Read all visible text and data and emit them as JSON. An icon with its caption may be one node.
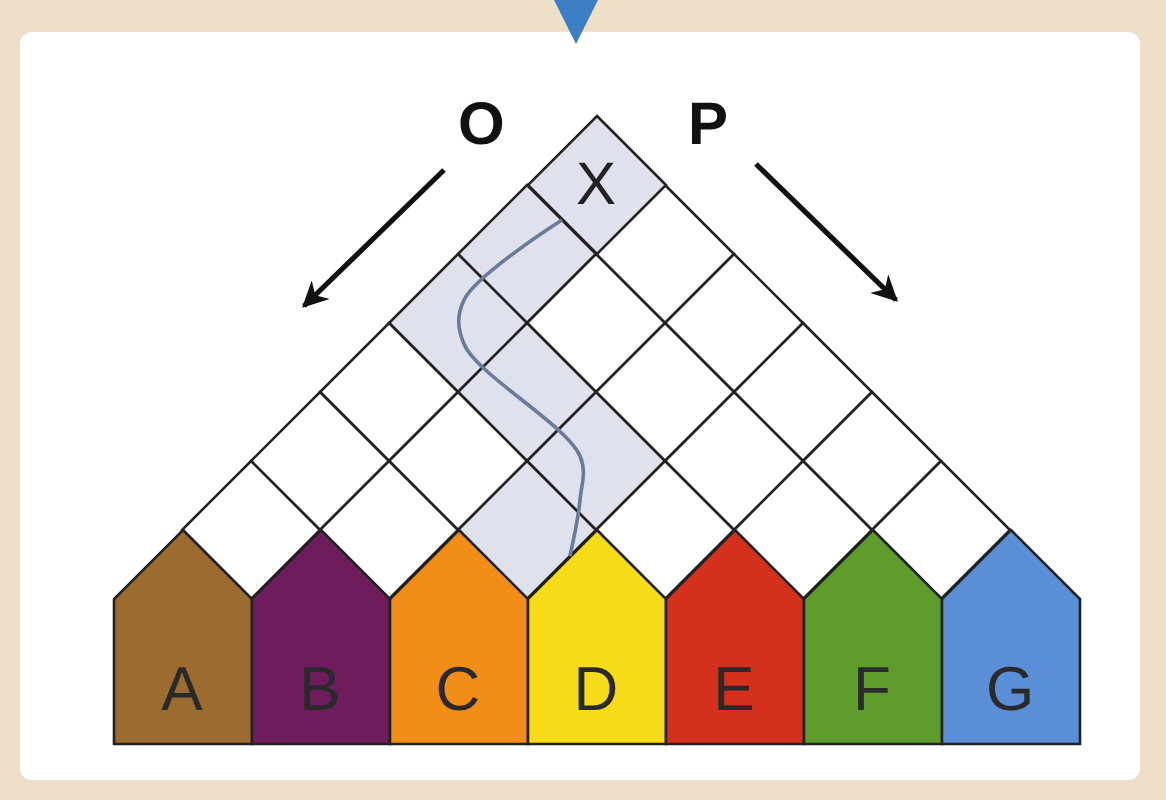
{
  "diagram": {
    "nodes": [
      {
        "text": [
          "X"
        ]
      },
      {
        "text": [
          "A"
        ]
      },
      {
        "text": [
          "B"
        ]
      },
      {
        "text": [
          "C"
        ]
      },
      {
        "text": [
          "D"
        ]
      },
      {
        "text": [
          "E"
        ]
      },
      {
        "text": [
          "F"
        ]
      },
      {
        "text": [
          "G"
        ]
      }
    ],
    "edges": [
      {
        "from": 0,
        "to": 4,
        "arrow": "none"
      }
    ],
    "labels": [
      "O",
      "P"
    ]
  }
}
